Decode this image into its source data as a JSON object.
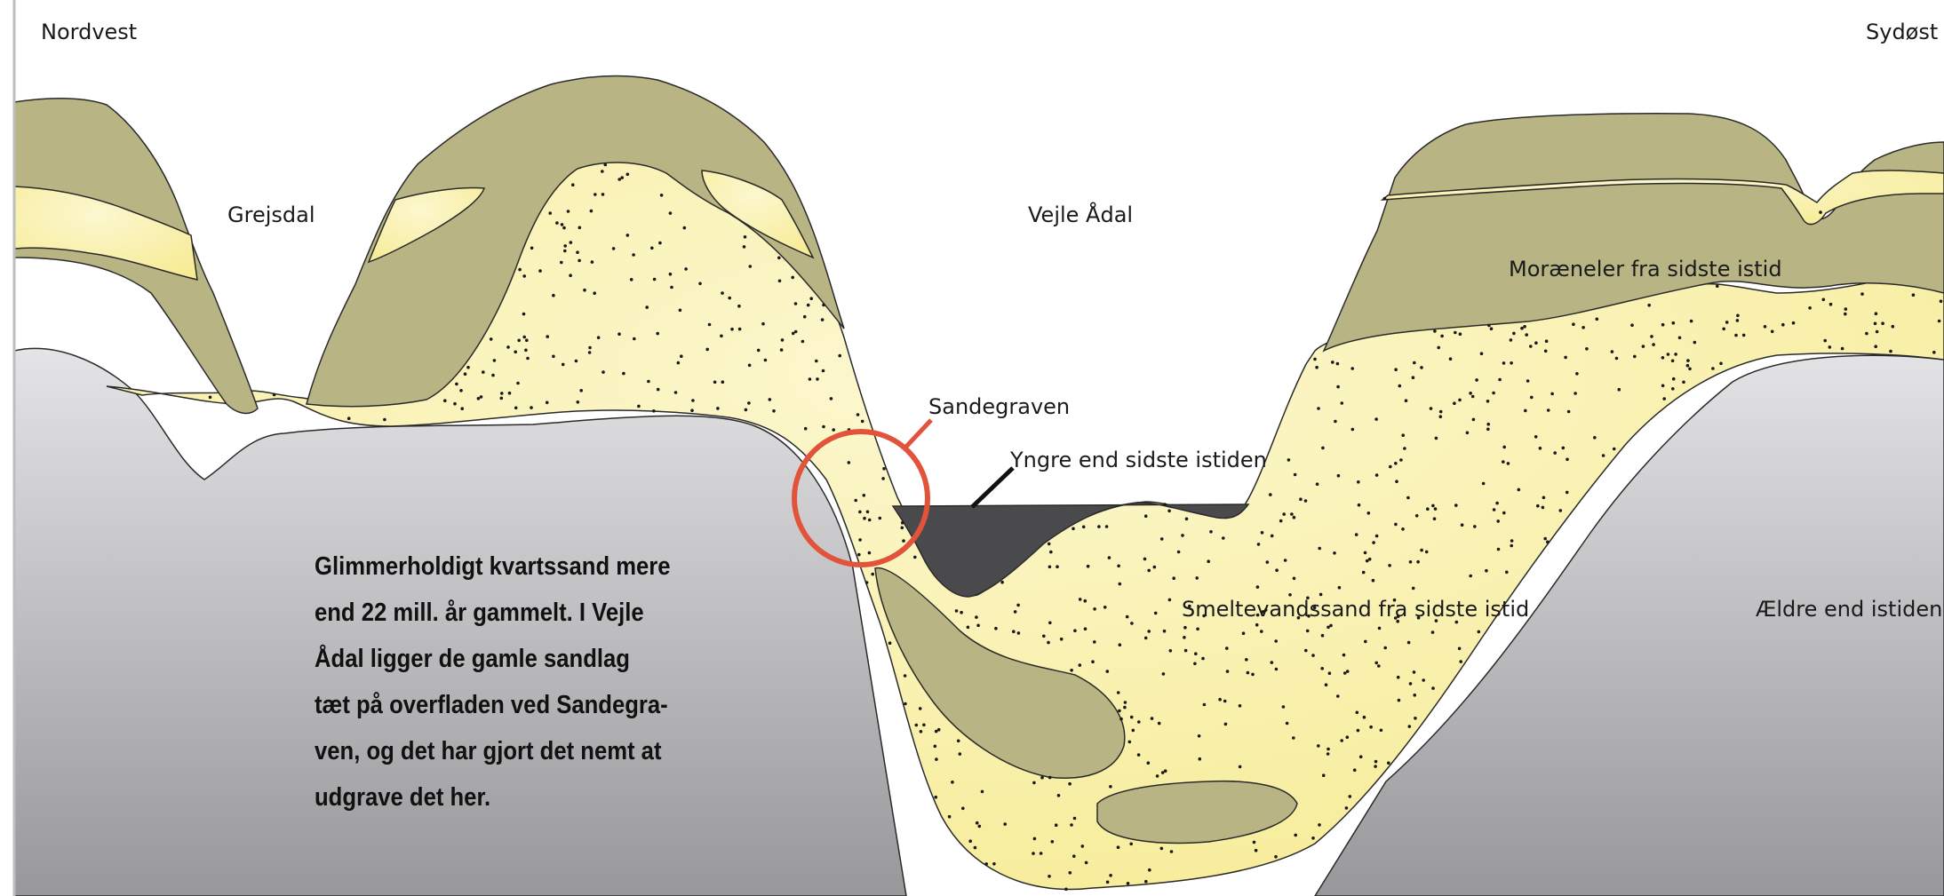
{
  "labels": {
    "northwest": "Nordvest",
    "southeast": "Sydøst",
    "grejsdal": "Grejsdal",
    "vejle_aadal": "Vejle Ådal",
    "moraeneler": "Moræneler fra sidste istid",
    "sandegraven": "Sandegraven",
    "yngre": "Yngre end sidste istiden",
    "smeltevandssand": "Smeltevandssand fra sidste istid",
    "aeldre": "Ældre end istiden"
  },
  "description_lines": [
    "Glimmerholdigt kvartssand mere",
    "end 22 mill. år gammelt. I Vejle",
    "Ådal ligger de gamle sandlag",
    "tæt på overfladen ved Sandegra-",
    "ven, og det har gjort det nemt at",
    "udgrave det her."
  ],
  "colors": {
    "moraene": "#b8b483",
    "sand_light": "#fbf5c4",
    "sand_dark": "#f6ea91",
    "older_top": "#e3e3e5",
    "older_bottom": "#9a9a9c",
    "younger": "#4a4a4c",
    "highlight_circle": "#e2533b",
    "outline": "#2a2a2a"
  }
}
